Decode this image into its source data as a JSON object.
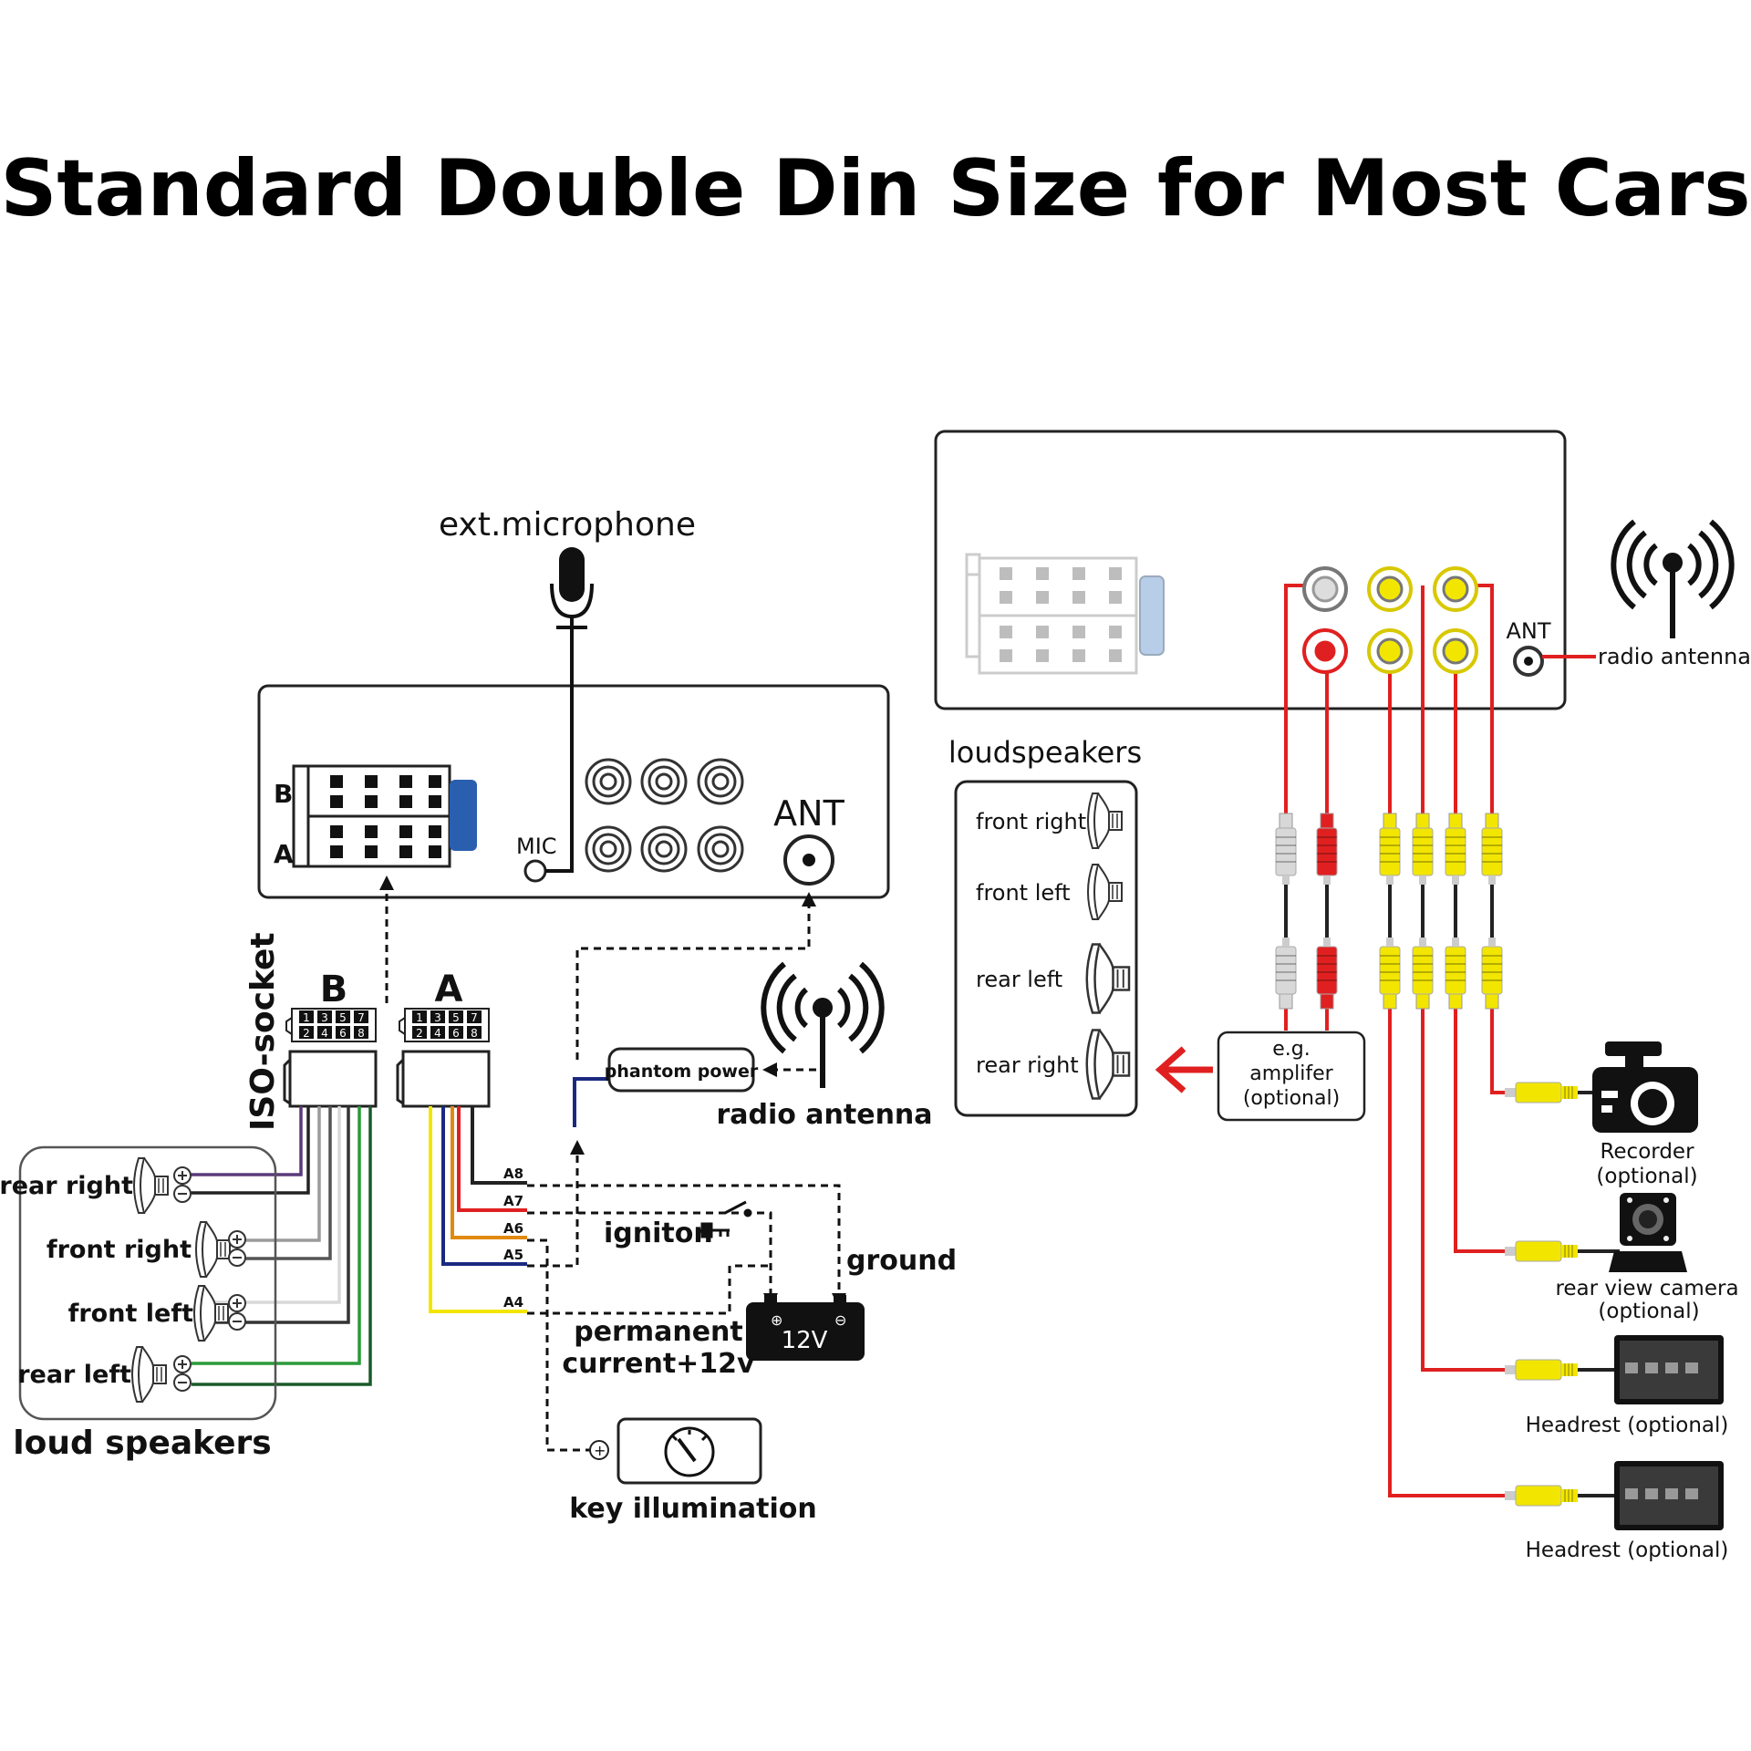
{
  "title": "Standard Double Din Size for Most Cars",
  "left_unit": {
    "ext_microphone": "ext.microphone",
    "mic": "MIC",
    "ant": "ANT",
    "row_b": "B",
    "row_a": "A"
  },
  "iso": {
    "socket_label": "ISO-socket",
    "b_label": "B",
    "a_label": "A",
    "pin_top": [
      "1",
      "3",
      "5",
      "7"
    ],
    "pin_bottom": [
      "2",
      "4",
      "6",
      "8"
    ]
  },
  "pins": [
    "A8",
    "A7",
    "A6",
    "A5",
    "A4"
  ],
  "left_speakers": {
    "items": [
      "rear right",
      "front right",
      "front left",
      "rear left"
    ],
    "caption": "loud speakers"
  },
  "power": {
    "phantom_power": "phantom power",
    "radio_antenna": "radio antenna",
    "ignition": "igniton",
    "ground": "ground",
    "battery": "12V",
    "permanent_line1": "permanent",
    "permanent_line2": "current+12v",
    "key_illumination": "key illumination"
  },
  "right_unit": {
    "ant": "ANT",
    "radio_antenna": "radio antenna",
    "loudspeakers_title": "loudspeakers",
    "speakers": [
      "front right",
      "front left",
      "rear left",
      "rear right"
    ],
    "amplifier": [
      "e.g.",
      "amplifer",
      "(optional)"
    ]
  },
  "accessories": {
    "recorder": [
      "Recorder",
      "(optional)"
    ],
    "rear_camera": [
      "rear view camera",
      "(optional)"
    ],
    "headrest1": "Headrest (optional)",
    "headrest2": "Headrest (optional)"
  },
  "colors": {
    "red": "#e02020",
    "yellow": "#f2e600",
    "blue_latch": "#2a5fb0",
    "light_blue_latch": "#b8cde8",
    "wire_purple": "#5a3a7a",
    "wire_green": "#2a9a3a",
    "wire_dark_green": "#1a5a2a",
    "wire_orange": "#e08a10",
    "wire_navy": "#1a2a80"
  }
}
